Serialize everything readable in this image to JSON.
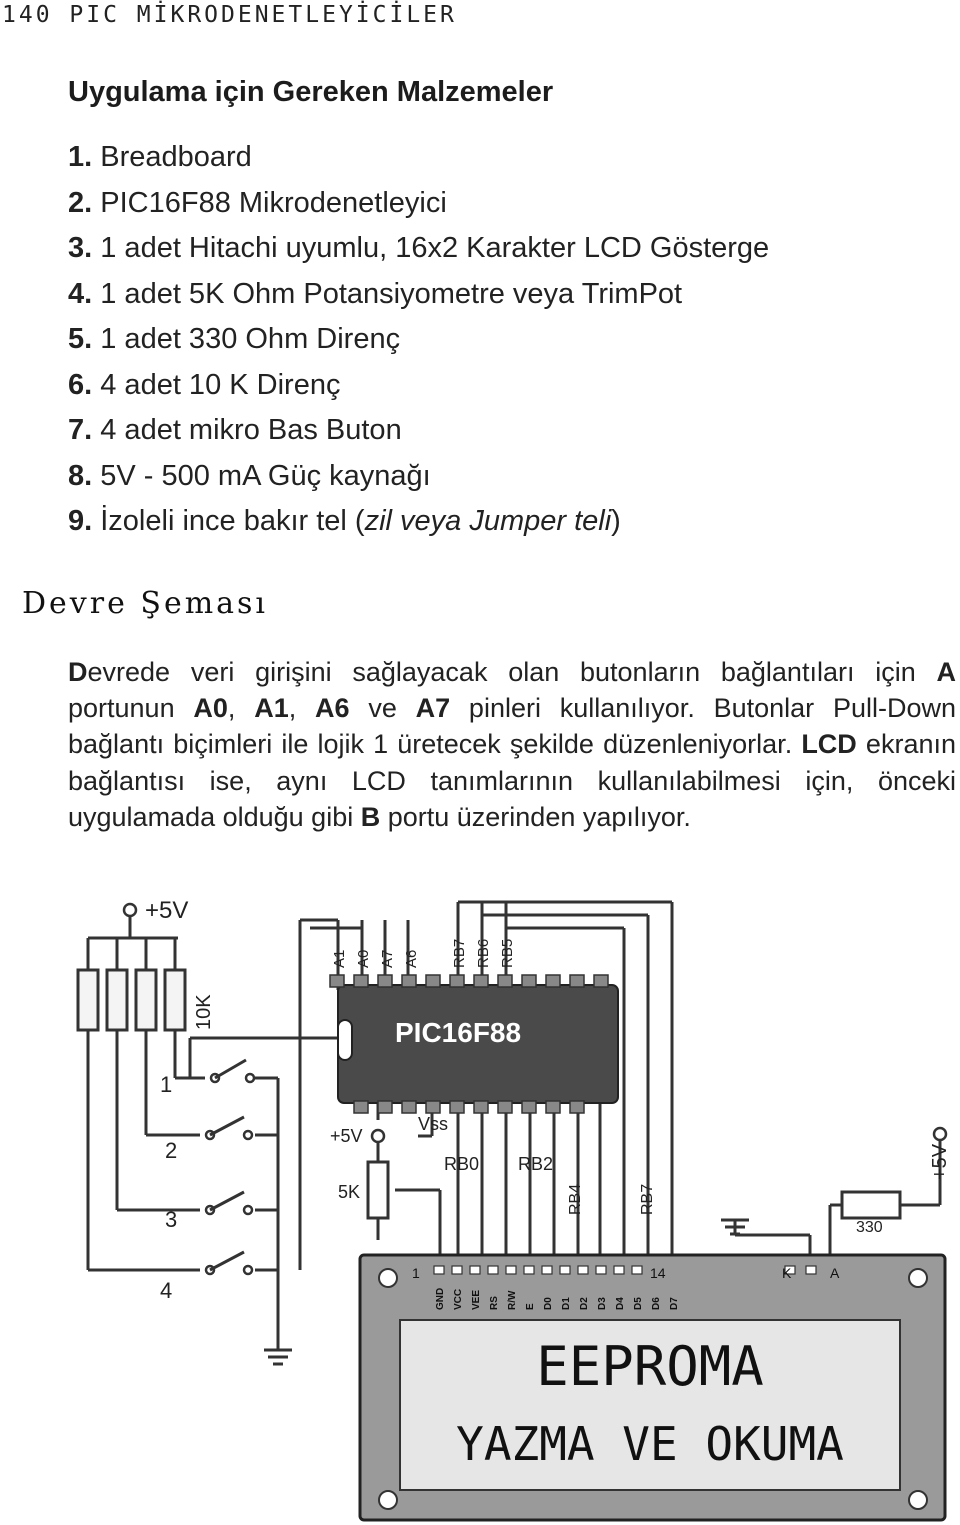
{
  "header": {
    "text": "140 PIC MİKRODENETLEYİCİLER"
  },
  "materials": {
    "title": "Uygulama için Gereken Malzemeler",
    "items": [
      {
        "num": "1.",
        "text": "Breadboard"
      },
      {
        "num": "2.",
        "text": "PIC16F88 Mikrodenetleyici"
      },
      {
        "num": "3.",
        "text": "1 adet Hitachi uyumlu, 16x2 Karakter LCD Gösterge"
      },
      {
        "num": "4.",
        "text": "1 adet 5K Ohm Potansiyometre veya TrimPot"
      },
      {
        "num": "5.",
        "text": "1 adet 330 Ohm Direnç"
      },
      {
        "num": "6.",
        "text": "4 adet 10 K Direnç"
      },
      {
        "num": "7.",
        "text": "4 adet mikro Bas Buton"
      },
      {
        "num": "8.",
        "text": "5V - 500 mA Güç kaynağı"
      },
      {
        "num": "9.",
        "text_a": "İzoleli ince bakır tel (",
        "text_i": "zil veya Jumper teli",
        "text_b": ")"
      }
    ]
  },
  "circuit": {
    "title": "Devre Şeması",
    "p": {
      "s1a": "D",
      "s1b": "evrede veri girişini sağlayacak olan butonların bağlantıları için ",
      "b_A": "A",
      "s2": " portunun ",
      "b_A0": "A0",
      "c1": ", ",
      "b_A1": "A1",
      "c2": ", ",
      "b_A6": "A6",
      "s3": " ve ",
      "b_A7": "A7",
      "s4": " pinleri kullanılıyor. Butonlar Pull-Down bağlantı biçimleri ile lojik 1 üretecek şekilde düzenleniyorlar. ",
      "b_LCD": "LCD",
      "s5": " ekranın bağlantısı ise, aynı LCD tanımlarının kullanılabilmesi için, önceki uygulamada olduğu gibi ",
      "b_B": "B",
      "s6": " portu üzerinden yapılıyor."
    }
  },
  "schematic": {
    "vcc_top": "+5V",
    "r10k": "10K",
    "chip": "PIC16F88",
    "pins_top": [
      "A1",
      "A0",
      "A7",
      "A6",
      "RB7",
      "RB6",
      "RB5"
    ],
    "vcc_mid": "+5V",
    "vss": "Vss",
    "rb0": "RB0",
    "rb2": "RB2",
    "rb4": "RB4",
    "rb7b": "RB7",
    "pot": "5K",
    "vcc_right": "+5V",
    "r330": "330",
    "buttons": [
      "1",
      "2",
      "3",
      "4"
    ],
    "lcd_pin1": "1",
    "lcd_pin14": "14",
    "lcd_k": "K",
    "lcd_a": "A",
    "lcd_pins": [
      "GND",
      "VCC",
      "VEE",
      "RS",
      "R/W",
      "E",
      "D0",
      "D1",
      "D2",
      "D3",
      "D4",
      "D5",
      "D6",
      "D7"
    ],
    "lcd_line1": "EEPROMA",
    "lcd_line2": "YAZMA VE OKUMA"
  }
}
